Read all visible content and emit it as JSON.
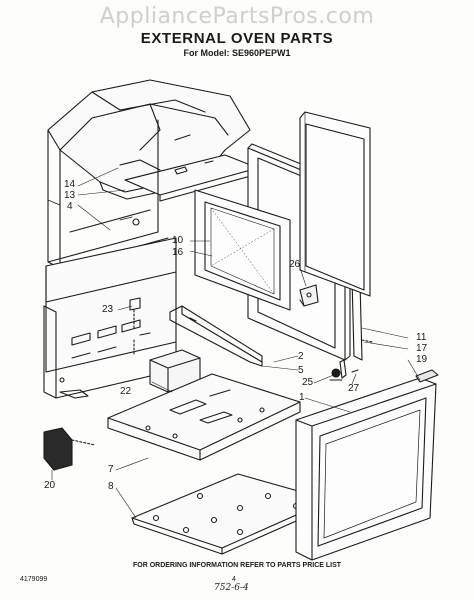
{
  "watermark": "AppliancePartsPros.com",
  "title": "EXTERNAL OVEN PARTS",
  "model": "For Model: SE960PEPW1",
  "callouts": {
    "c14": "14",
    "c13": "13",
    "c4a": "4",
    "c10": "10",
    "c16": "16",
    "c26": "26",
    "c23": "23",
    "c11": "11",
    "c17": "17",
    "c19": "19",
    "c2": "2",
    "c5": "5",
    "c25": "25",
    "c27": "27",
    "c22": "22",
    "c1": "1",
    "c7": "7",
    "c8": "8",
    "c20": "20"
  },
  "footer": {
    "order_info": "FOR ORDERING INFORMATION REFER TO PARTS PRICE LIST",
    "doc_number": "4179099",
    "page_number": "4",
    "handwritten": "752-6-4"
  }
}
